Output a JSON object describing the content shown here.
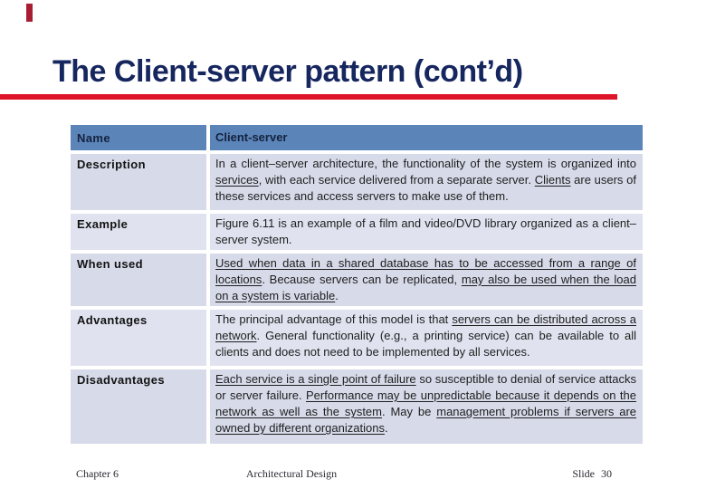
{
  "slide": {
    "title": "The Client-server pattern (cont’d)"
  },
  "colors": {
    "accent_red": "#DE1529",
    "corner_tick_red": "#A91D33",
    "title_navy": "#16265E",
    "table_header_blue": "#5B85B8",
    "row_band_dark": "#D7DBE9",
    "row_band_light": "#E0E3EF"
  },
  "table": {
    "header": {
      "label": "Name",
      "value": "Client-server"
    },
    "rows": [
      {
        "label": "Description",
        "segments": [
          {
            "text": "In a client–server architecture, the functionality of the system is organized into ",
            "u": false
          },
          {
            "text": "services",
            "u": true
          },
          {
            "text": ", with each service delivered from a separate server. ",
            "u": false
          },
          {
            "text": "Clients",
            "u": true
          },
          {
            "text": " are users of these services and access servers to make use of them.",
            "u": false
          }
        ]
      },
      {
        "label": "Example",
        "segments": [
          {
            "text": "Figure 6.11 is an example of a film and video/DVD library organized as a client–server system.",
            "u": false
          }
        ]
      },
      {
        "label": "When used",
        "segments": [
          {
            "text": "Used when data in a shared database has to be accessed from a range of locations",
            "u": true
          },
          {
            "text": ". Because servers can be replicated, ",
            "u": false
          },
          {
            "text": "may also be used when the load on a system is variable",
            "u": true
          },
          {
            "text": ".",
            "u": false
          }
        ]
      },
      {
        "label": "Advantages",
        "segments": [
          {
            "text": "The principal advantage of this model is that ",
            "u": false
          },
          {
            "text": "servers can be distributed across a network",
            "u": true
          },
          {
            "text": ". General functionality (e.g., a printing service) can be available to all clients and does not need to be implemented by all services.",
            "u": false
          }
        ]
      },
      {
        "label": "Disadvantages",
        "segments": [
          {
            "text": "Each service is a single point of failure",
            "u": true
          },
          {
            "text": " so susceptible to denial of service attacks or server failure. ",
            "u": false
          },
          {
            "text": "Performance may be unpredictable because it depends on the network as well as the system",
            "u": true
          },
          {
            "text": ". May be ",
            "u": false
          },
          {
            "text": "management problems if servers are owned by different organizations",
            "u": true
          },
          {
            "text": ".",
            "u": false
          }
        ]
      }
    ]
  },
  "footer": {
    "left": "Chapter 6",
    "center": "Architectural Design",
    "right": "Slide 30"
  }
}
